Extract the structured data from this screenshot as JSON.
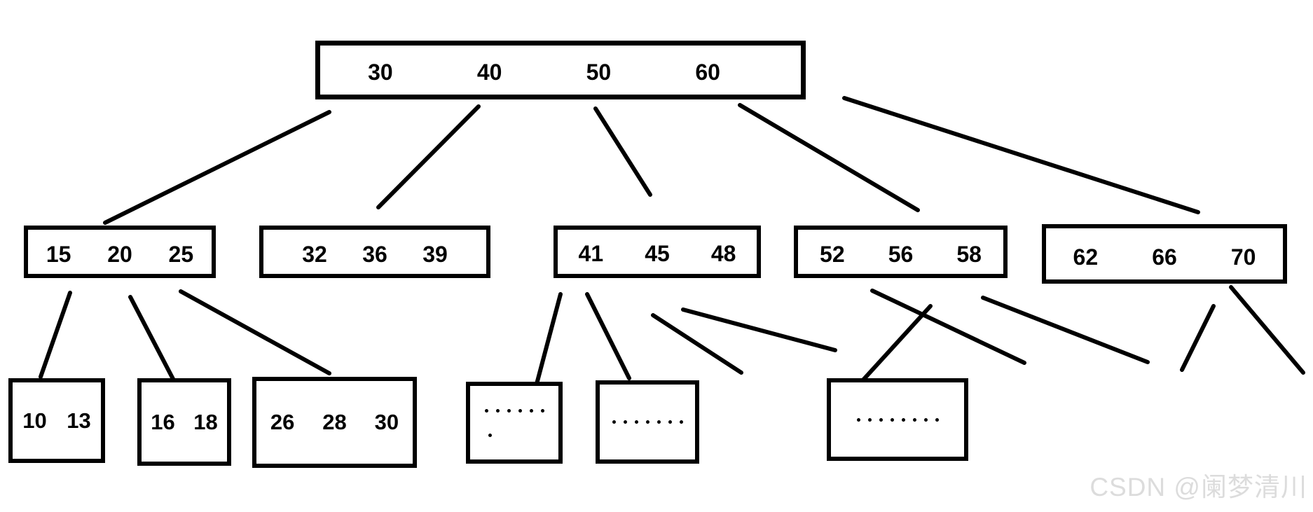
{
  "diagram": {
    "type": "b-tree",
    "root": {
      "keys": [
        "30",
        "40",
        "50",
        "60"
      ]
    },
    "internal_nodes": [
      {
        "keys": [
          "15",
          "20",
          "25"
        ]
      },
      {
        "keys": [
          "32",
          "36",
          "39"
        ]
      },
      {
        "keys": [
          "41",
          "45",
          "48"
        ]
      },
      {
        "keys": [
          "52",
          "56",
          "58"
        ]
      },
      {
        "keys": [
          "62",
          "66",
          "70"
        ]
      }
    ],
    "leaf_nodes": [
      {
        "keys": [
          "10",
          "13"
        ]
      },
      {
        "keys": [
          "16",
          "18"
        ]
      },
      {
        "keys": [
          "26",
          "28",
          "30"
        ]
      },
      {
        "dots_rows": [
          6,
          1
        ]
      },
      {
        "dots_rows": [
          7
        ]
      },
      {
        "dots_rows": [
          8
        ]
      }
    ],
    "edges": [
      {
        "from": "root",
        "to": "15 20 25"
      },
      {
        "from": "root",
        "to": "32 36 39"
      },
      {
        "from": "root",
        "to": "41 45 48"
      },
      {
        "from": "root",
        "to": "52 56 58"
      },
      {
        "from": "root",
        "to": "62 66 70"
      },
      {
        "from": "15 20 25",
        "to": "10 13"
      },
      {
        "from": "15 20 25",
        "to": "16 18"
      },
      {
        "from": "15 20 25",
        "to": "26 28 30"
      },
      {
        "from": "41 45 48",
        "to": "dotted-leaf-1"
      },
      {
        "from": "41 45 48",
        "to": "dotted-leaf-2"
      },
      {
        "from": "41 45 48",
        "to": "unshown-child"
      },
      {
        "from": "41 45 48",
        "to": "unshown-child"
      },
      {
        "from": "52 56 58",
        "to": "dotted-leaf-3"
      },
      {
        "from": "52 56 58",
        "to": "unshown-child"
      },
      {
        "from": "52 56 58",
        "to": "unshown-child"
      },
      {
        "from": "62 66 70",
        "to": "unshown-child"
      },
      {
        "from": "62 66 70",
        "to": "unshown-child"
      }
    ]
  },
  "watermark": {
    "text": "CSDN @阑梦清川"
  }
}
